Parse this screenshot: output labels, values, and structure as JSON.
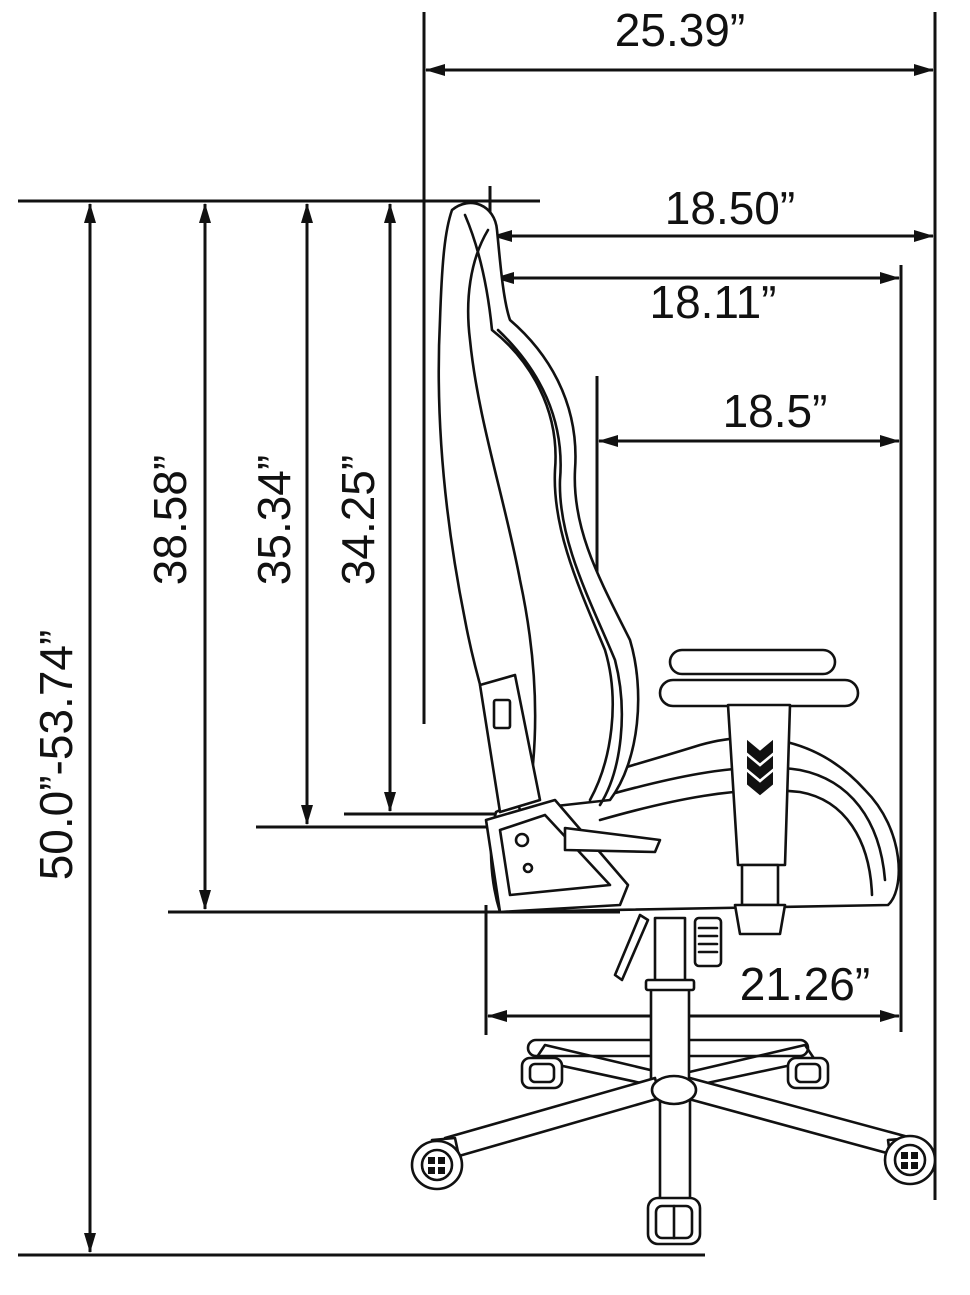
{
  "dimensions": {
    "overall_depth": "25.39”",
    "backrest_depth": "18.50”",
    "seat_depth_top": "18.11”",
    "armrest_depth": "18.5”",
    "base_diameter": "21.26”",
    "total_height": "50.0”-53.74”",
    "seat_height": "38.58”",
    "armrest_height": "35.34”",
    "backrest_height": "34.25”"
  },
  "colors": {
    "line": "#111111",
    "background": "#ffffff"
  }
}
